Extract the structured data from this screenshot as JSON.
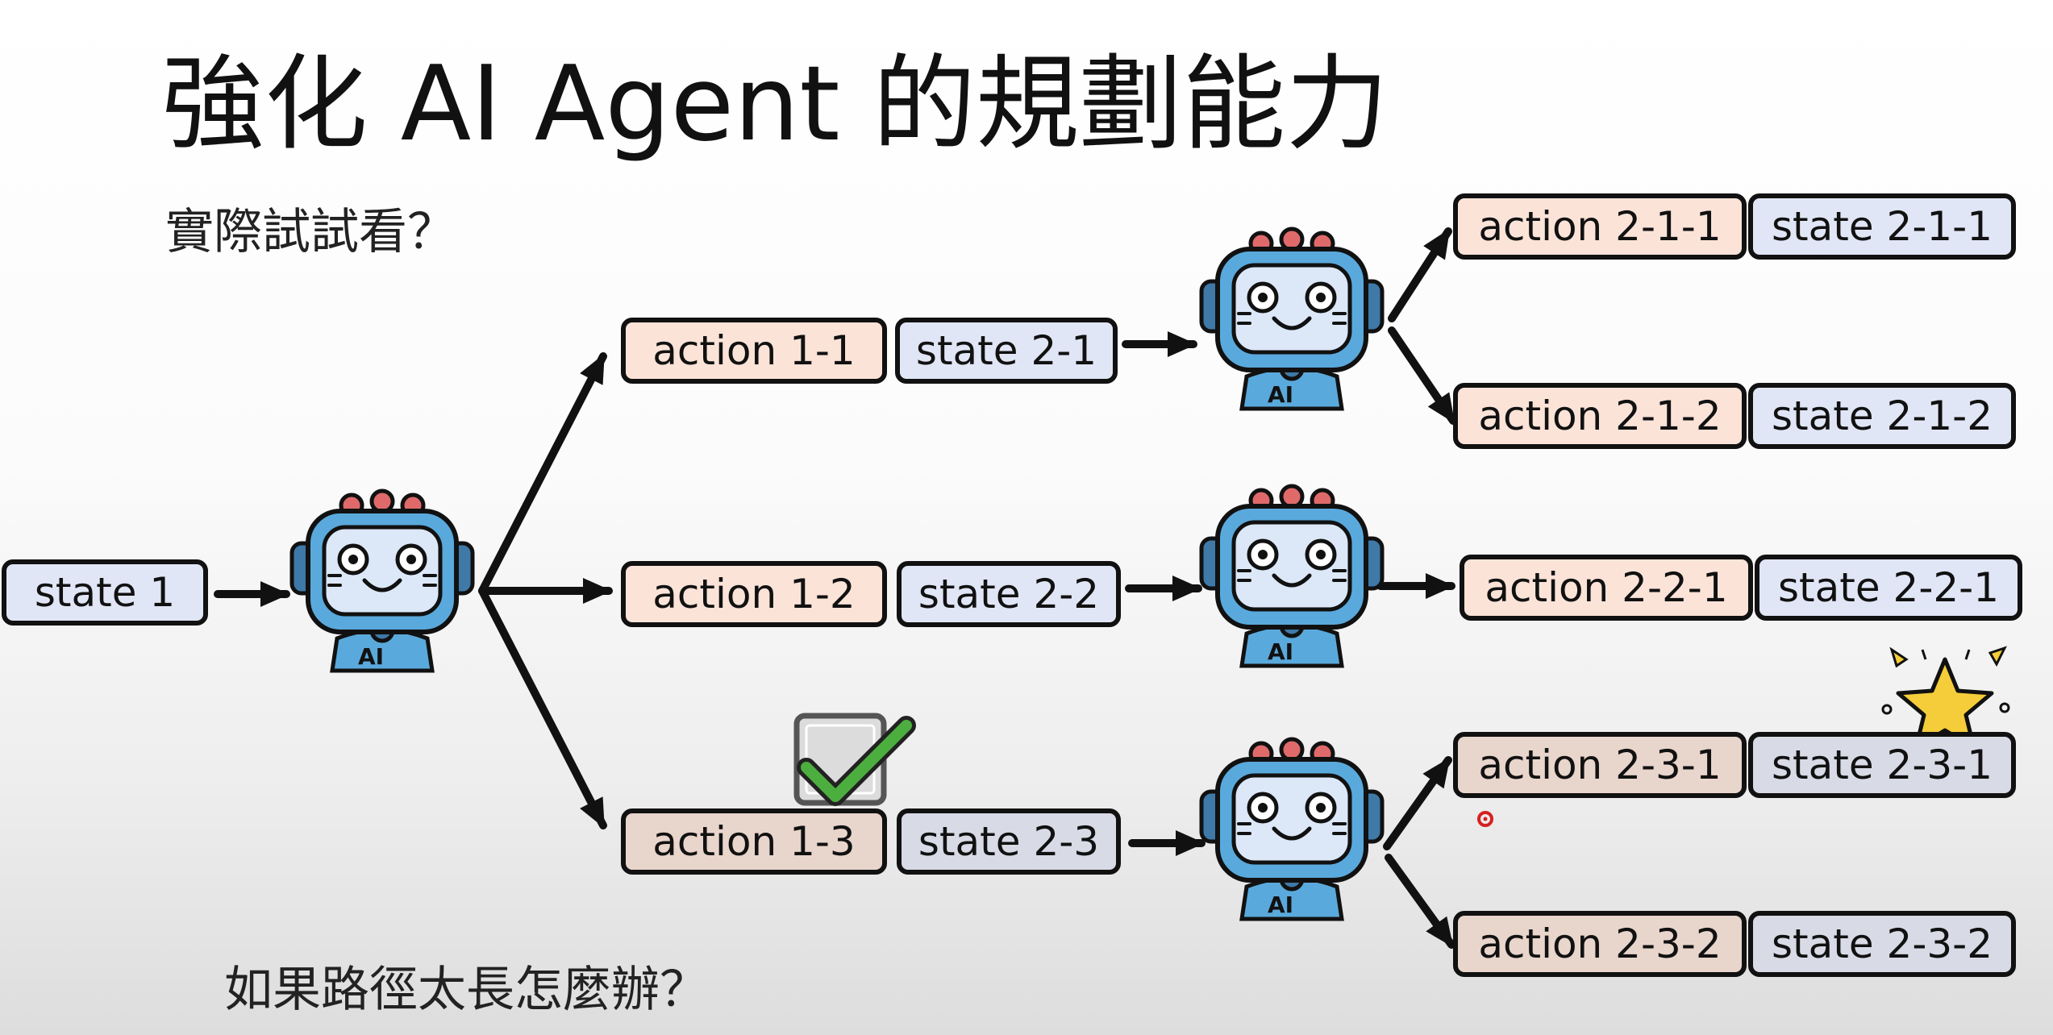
{
  "title": "強化 AI Agent 的規劃能力",
  "subtitle": "實際試試看？",
  "question": "如果路徑太長怎麼辦？",
  "robot_label": "AI",
  "colors": {
    "action_fill": "#fbe3d8",
    "state_fill": "#e1e6f6",
    "outline": "#111111",
    "check_green": "#4cae3f",
    "star_yellow": "#f5cd3a",
    "robot_screen": "#dce8f8",
    "robot_body": "#5aa9dc",
    "robot_antenna": "#e06a6a"
  },
  "nodes": {
    "state1": "state 1",
    "a11": "action 1-1",
    "s21": "state 2-1",
    "a12": "action 1-2",
    "s22": "state 2-2",
    "a13": "action 1-3",
    "s23": "state 2-3",
    "a211": "action 2-1-1",
    "s211": "state 2-1-1",
    "a212": "action 2-1-2",
    "s212": "state 2-1-2",
    "a221": "action 2-2-1",
    "s221": "state 2-2-1",
    "a231": "action 2-3-1",
    "s231": "state 2-3-1",
    "a232": "action 2-3-2",
    "s232": "state 2-3-2"
  },
  "icons": {
    "agent": "robot-icon",
    "selected": "checkmark-icon",
    "goal": "star-icon"
  }
}
